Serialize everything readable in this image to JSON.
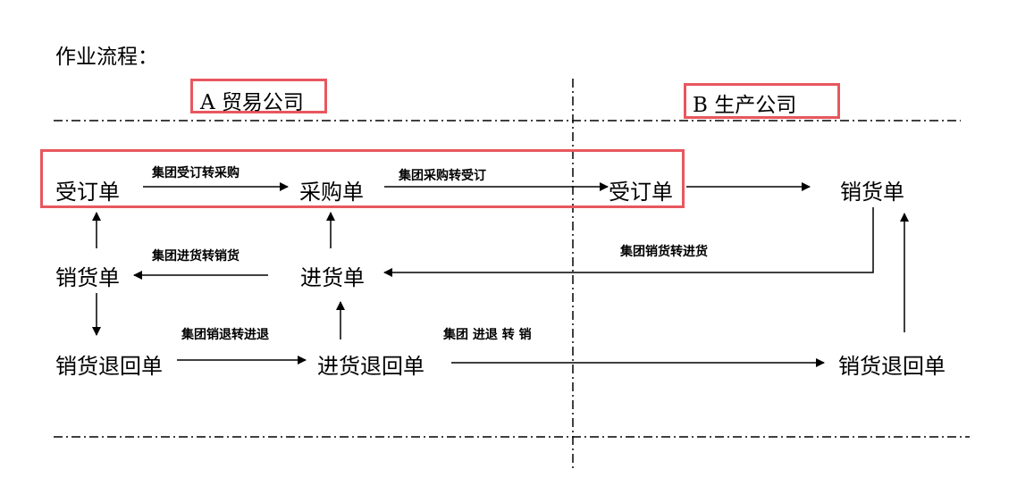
{
  "title": "作业流程：",
  "companies": {
    "a": "A 贸易公司",
    "b": "B 生产公司"
  },
  "nodes": {
    "a_order": "受订单",
    "a_purchase": "采购单",
    "b_order": "受订单",
    "b_sales": "销货单",
    "a_sales": "销货单",
    "a_stock_in": "进货单",
    "a_sales_return": "销货退回单",
    "a_stock_return": "进货退回单",
    "b_sales_return": "销货退回单"
  },
  "edge_labels": {
    "order_to_purchase": "集团受订转采购",
    "purchase_to_order": "集团采购转受订",
    "stockin_to_sales": "集团进货转销货",
    "sales_to_stockin": "集团销货转进货",
    "salesreturn_to_stockreturn": "集团销退转进退",
    "stockreturn_to_salesreturn": "集团 进退 转 销"
  },
  "colors": {
    "highlight": "#e8575e",
    "line": "#000000"
  }
}
